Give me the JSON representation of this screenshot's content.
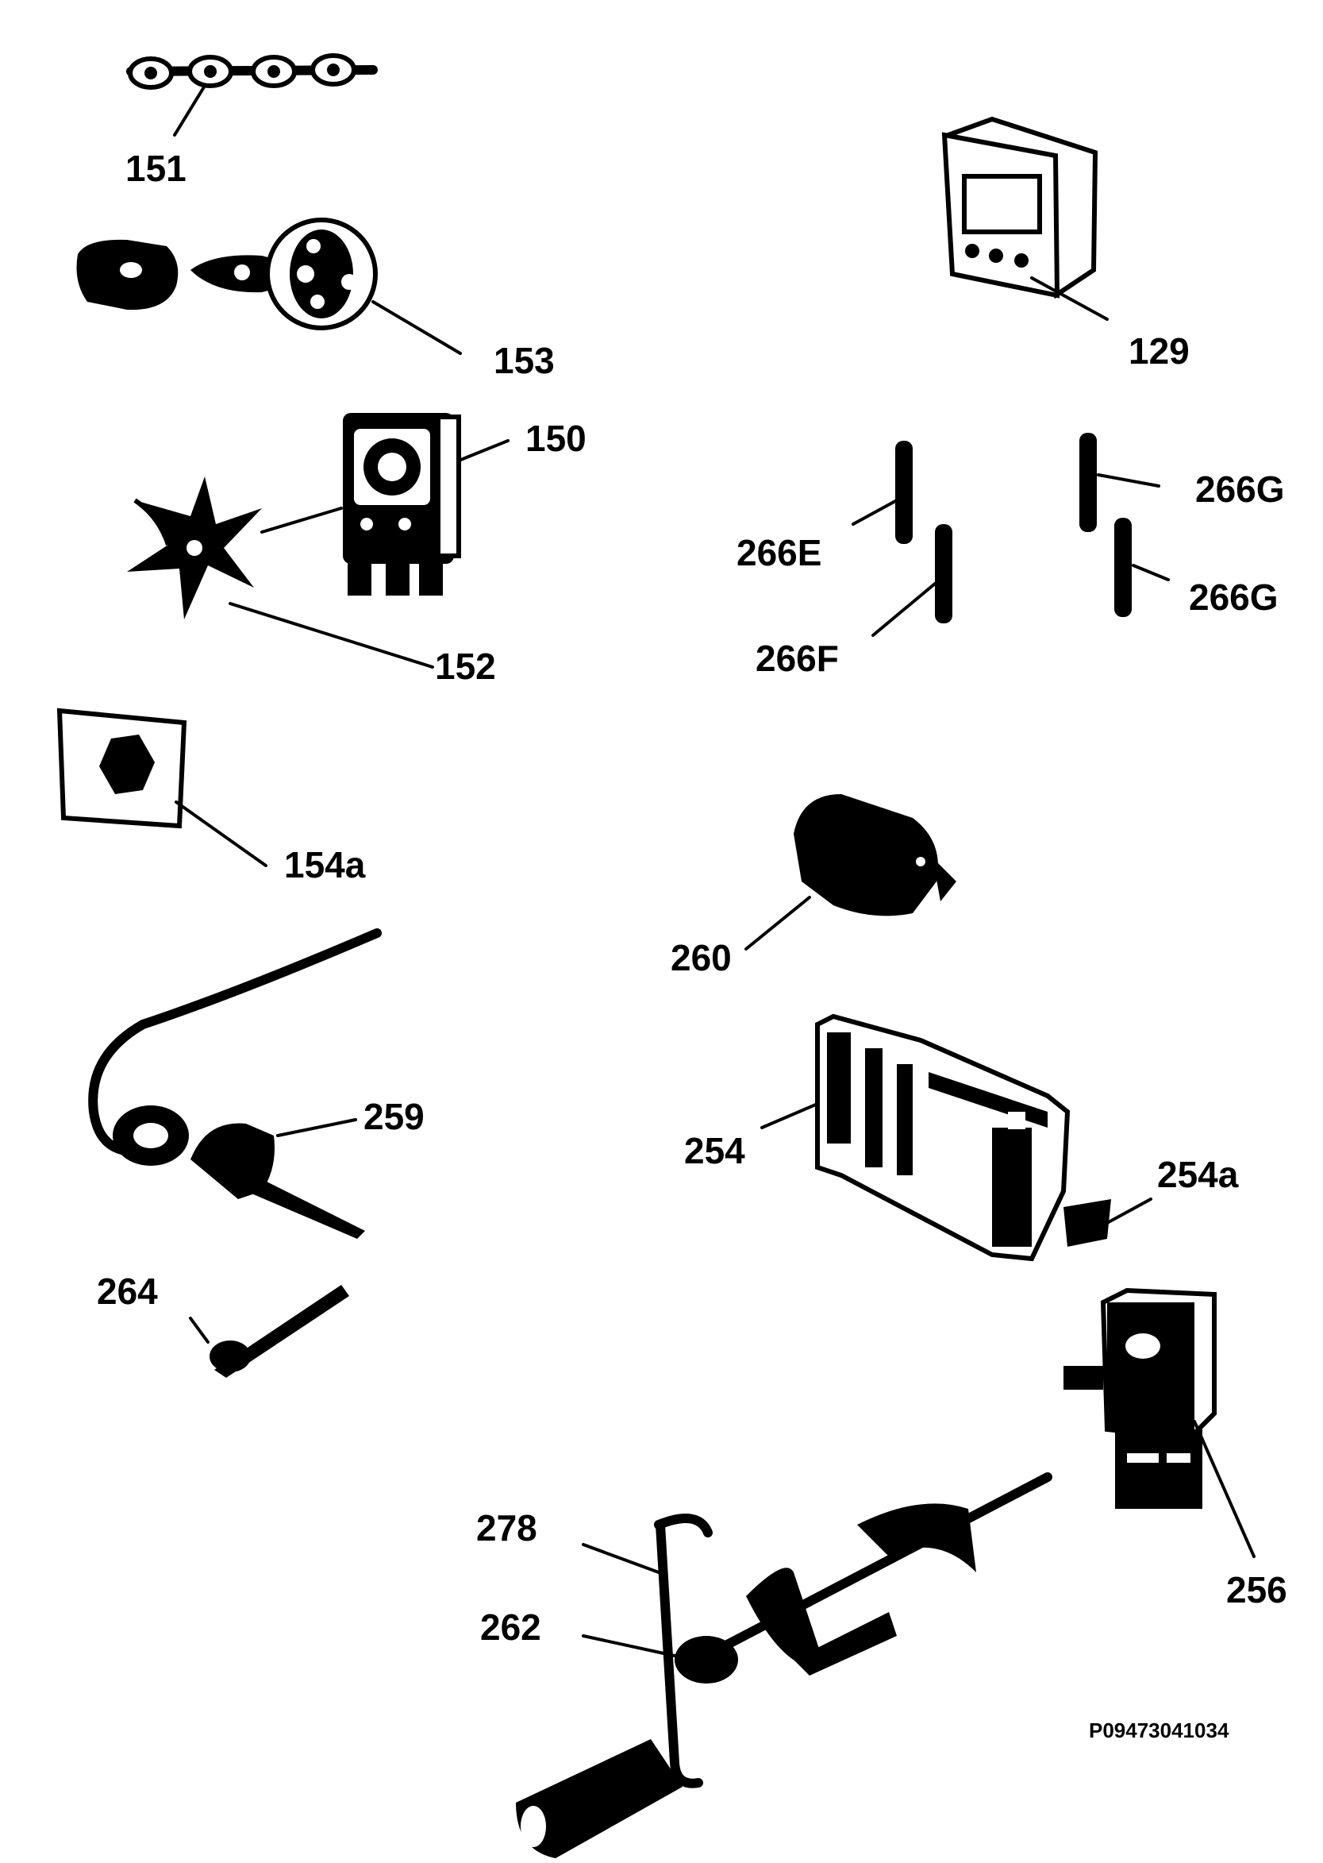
{
  "labels": {
    "l151": "151",
    "l153": "153",
    "l150": "150",
    "l152": "152",
    "l154a": "154a",
    "l129": "129",
    "l266E": "266E",
    "l266F": "266F",
    "l266G_top": "266G",
    "l266G_bottom": "266G",
    "l260": "260",
    "l259": "259",
    "l254": "254",
    "l254a": "254a",
    "l264": "264",
    "l256": "256",
    "l278": "278",
    "l262": "262"
  },
  "drawing_code": "P09473041034"
}
